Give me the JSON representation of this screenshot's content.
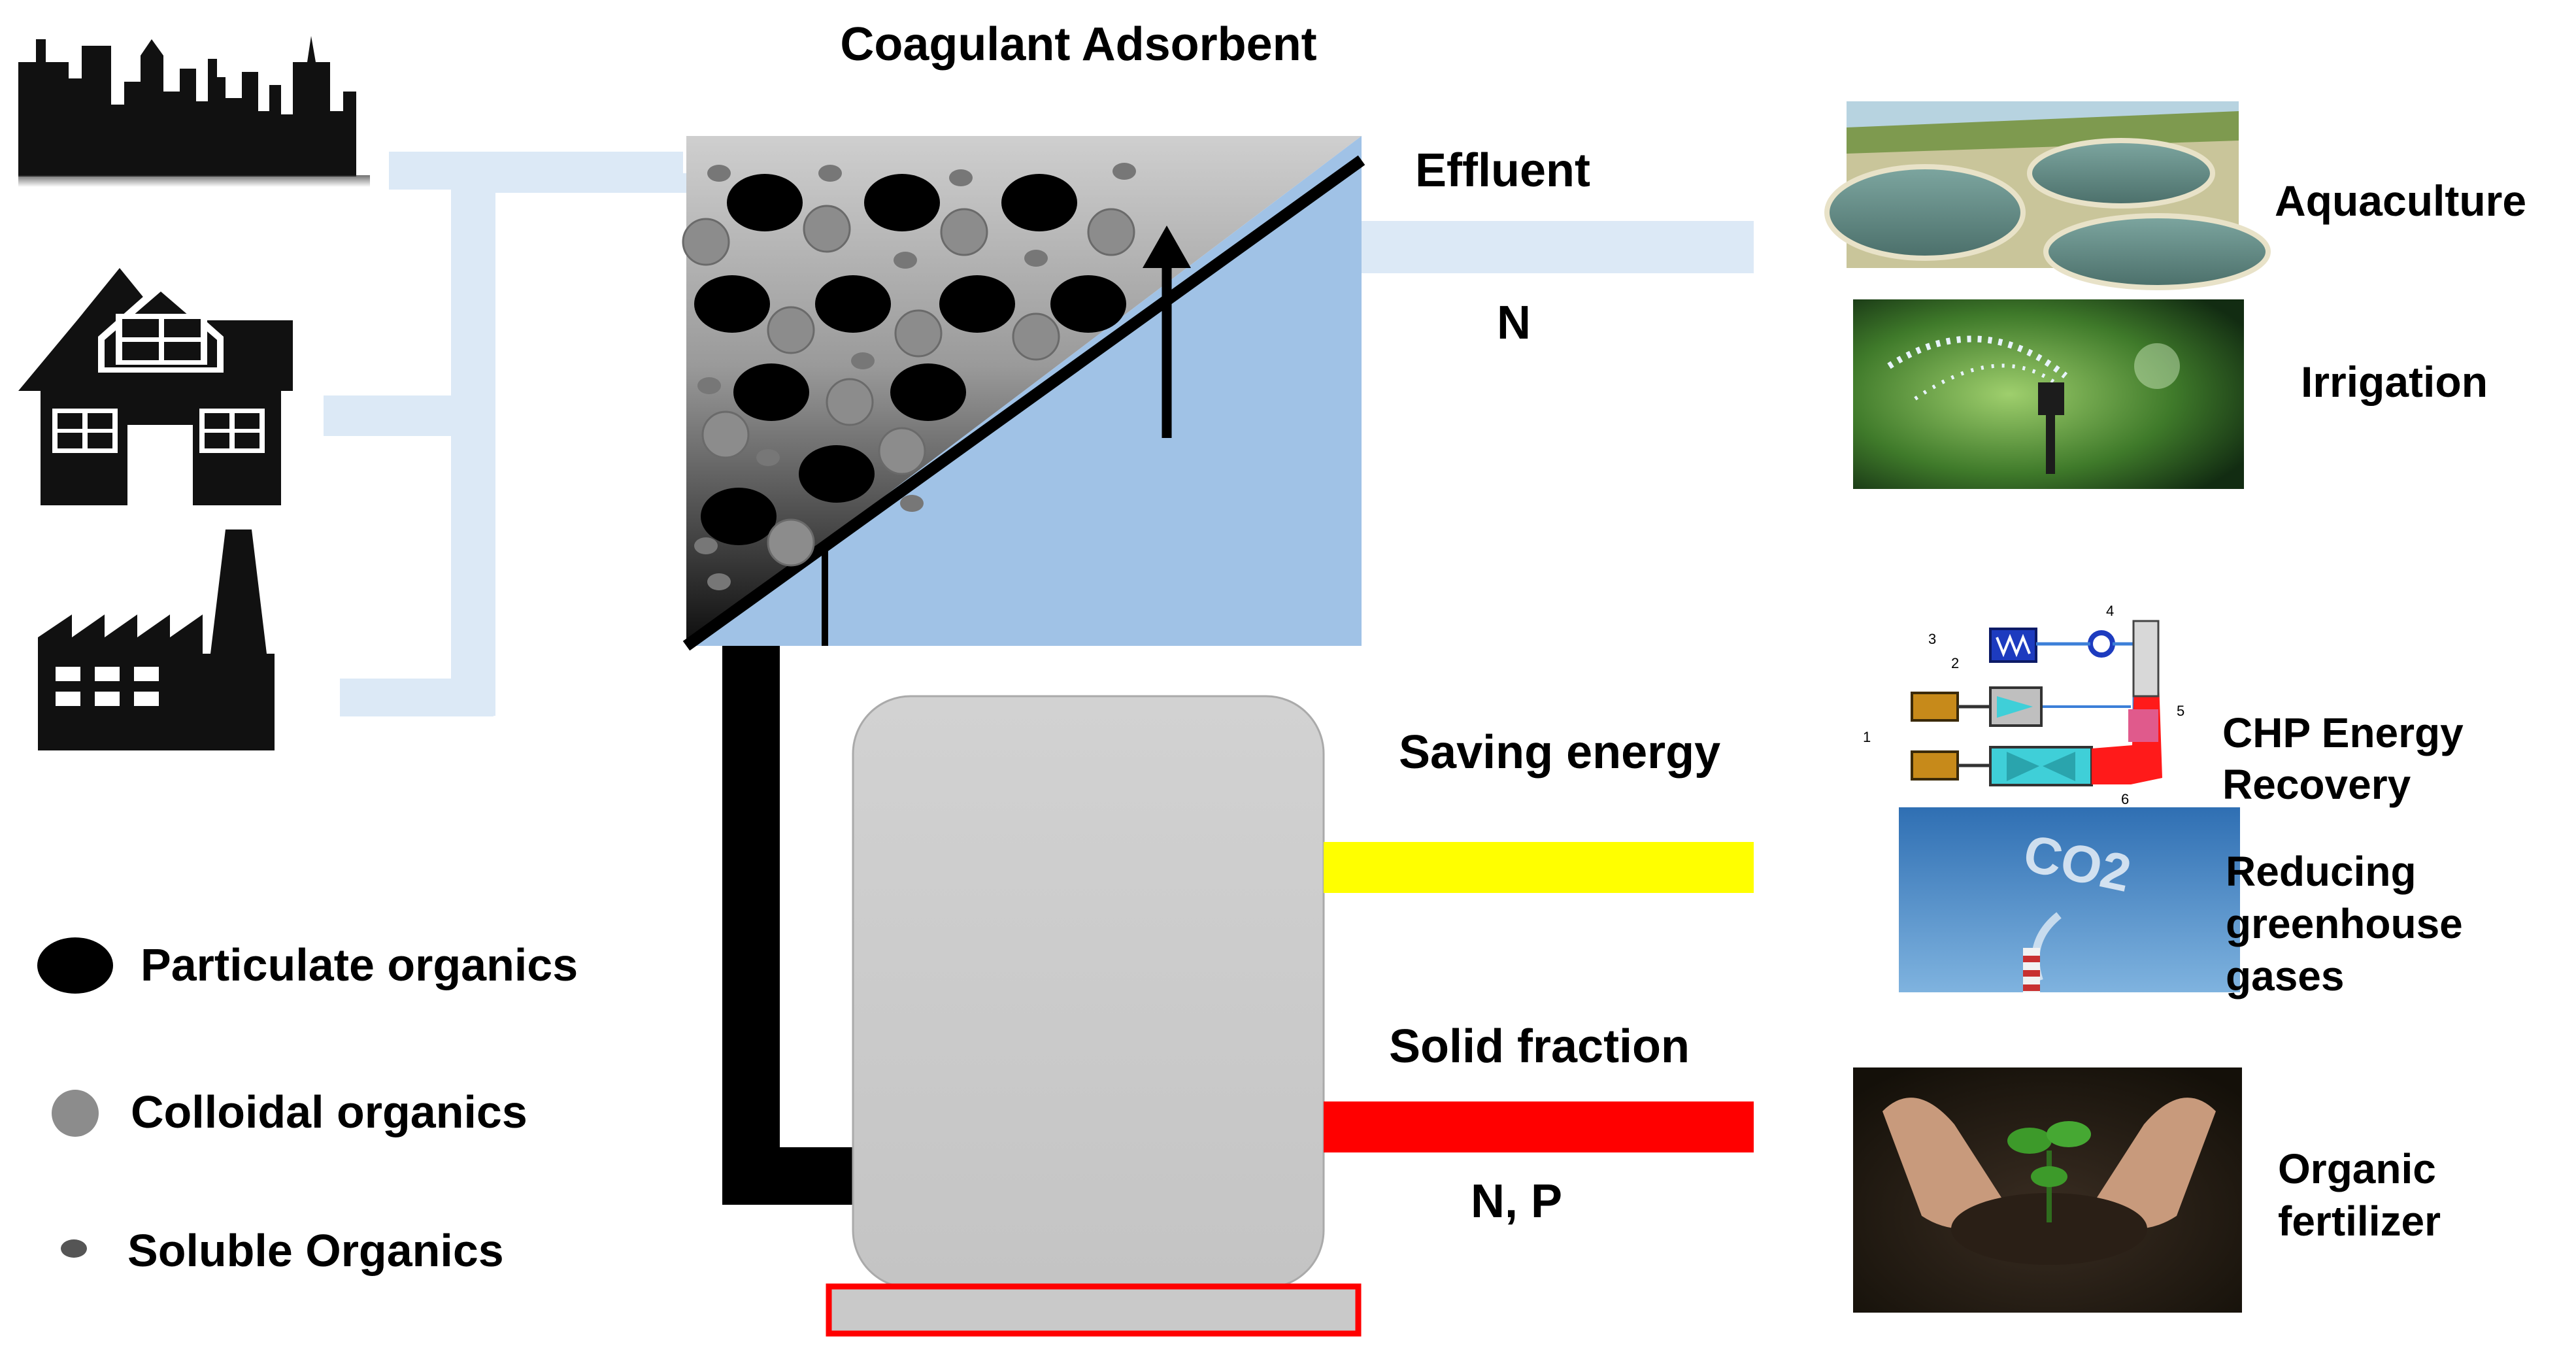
{
  "title": "Coagulant Adsorbent",
  "effluent": {
    "label": "Effluent",
    "nutrient": "N",
    "uses": [
      "Aquaculture",
      "Irrigation"
    ]
  },
  "energy": {
    "label": "Saving energy",
    "uses": [
      "CHP Energy",
      "Recovery",
      "Reducing",
      "greenhouse",
      "gases"
    ],
    "co2_text": "CO2",
    "schematic_numbers": [
      "1",
      "2",
      "3",
      "4",
      "5",
      "6"
    ]
  },
  "solid": {
    "label": "Solid fraction",
    "nutrient": "N, P",
    "uses": [
      "Organic",
      "fertilizer"
    ]
  },
  "legend": {
    "items": [
      "Particulate organics",
      "Colloidal organics",
      "Soluble Organics"
    ]
  },
  "colors": {
    "water": "#a0c2e6",
    "pipe_light": "#dce9f6",
    "energy_line": "#ffff00",
    "solid_line": "#ff0000",
    "particulate": "#000000",
    "colloidal": "#8c8c8c",
    "digester": "#c9c9c9"
  }
}
